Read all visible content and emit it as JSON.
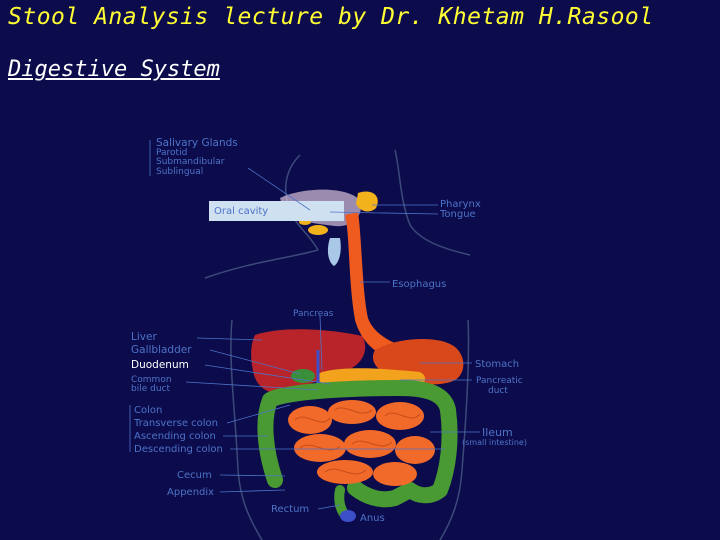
{
  "slide": {
    "title": "Stool Analysis lecture by Dr. Khetam H.Rasool",
    "subtitle": "Digestive System"
  },
  "diagram": {
    "labels": {
      "salivary_glands": "Salivary Glands",
      "parotid": "Parotid",
      "submandibular": "Submandibular",
      "sublingual": "Sublingual",
      "oral_cavity": "Oral cavity",
      "pharynx": "Pharynx",
      "tongue": "Tongue",
      "esophagus": "Esophagus",
      "pancreas": "Pancreas",
      "liver": "Liver",
      "gallbladder": "Gallbladder",
      "duodenum": "Duodenum",
      "common": "Common",
      "bile_duct": "bile duct",
      "stomach": "Stomach",
      "pancreatic": "Pancreatic",
      "duct": "duct",
      "colon": "Colon",
      "transverse_colon": "Transverse colon",
      "ascending_colon": "Ascending colon",
      "descending_colon": "Descending colon",
      "ileum": "Ileum",
      "small_intestine": "(small intestine)",
      "cecum": "Cecum",
      "appendix": "Appendix",
      "rectum": "Rectum",
      "anus": "Anus"
    },
    "colors": {
      "background": "#0c0c4c",
      "title": "#ffff33",
      "label": "#4d73c8",
      "highlight_label": "#ffffff",
      "liver": "#b8242a",
      "esophagus": "#ef5a1e",
      "stomach": "#d9481a",
      "small_intestine": "#f26a2a",
      "colon": "#4a9a33",
      "pancreas": "#f2a21c",
      "gallbladder": "#3a8f3a",
      "bile_duct": "#3a4fc8",
      "outline": "#3c4a7a"
    }
  }
}
